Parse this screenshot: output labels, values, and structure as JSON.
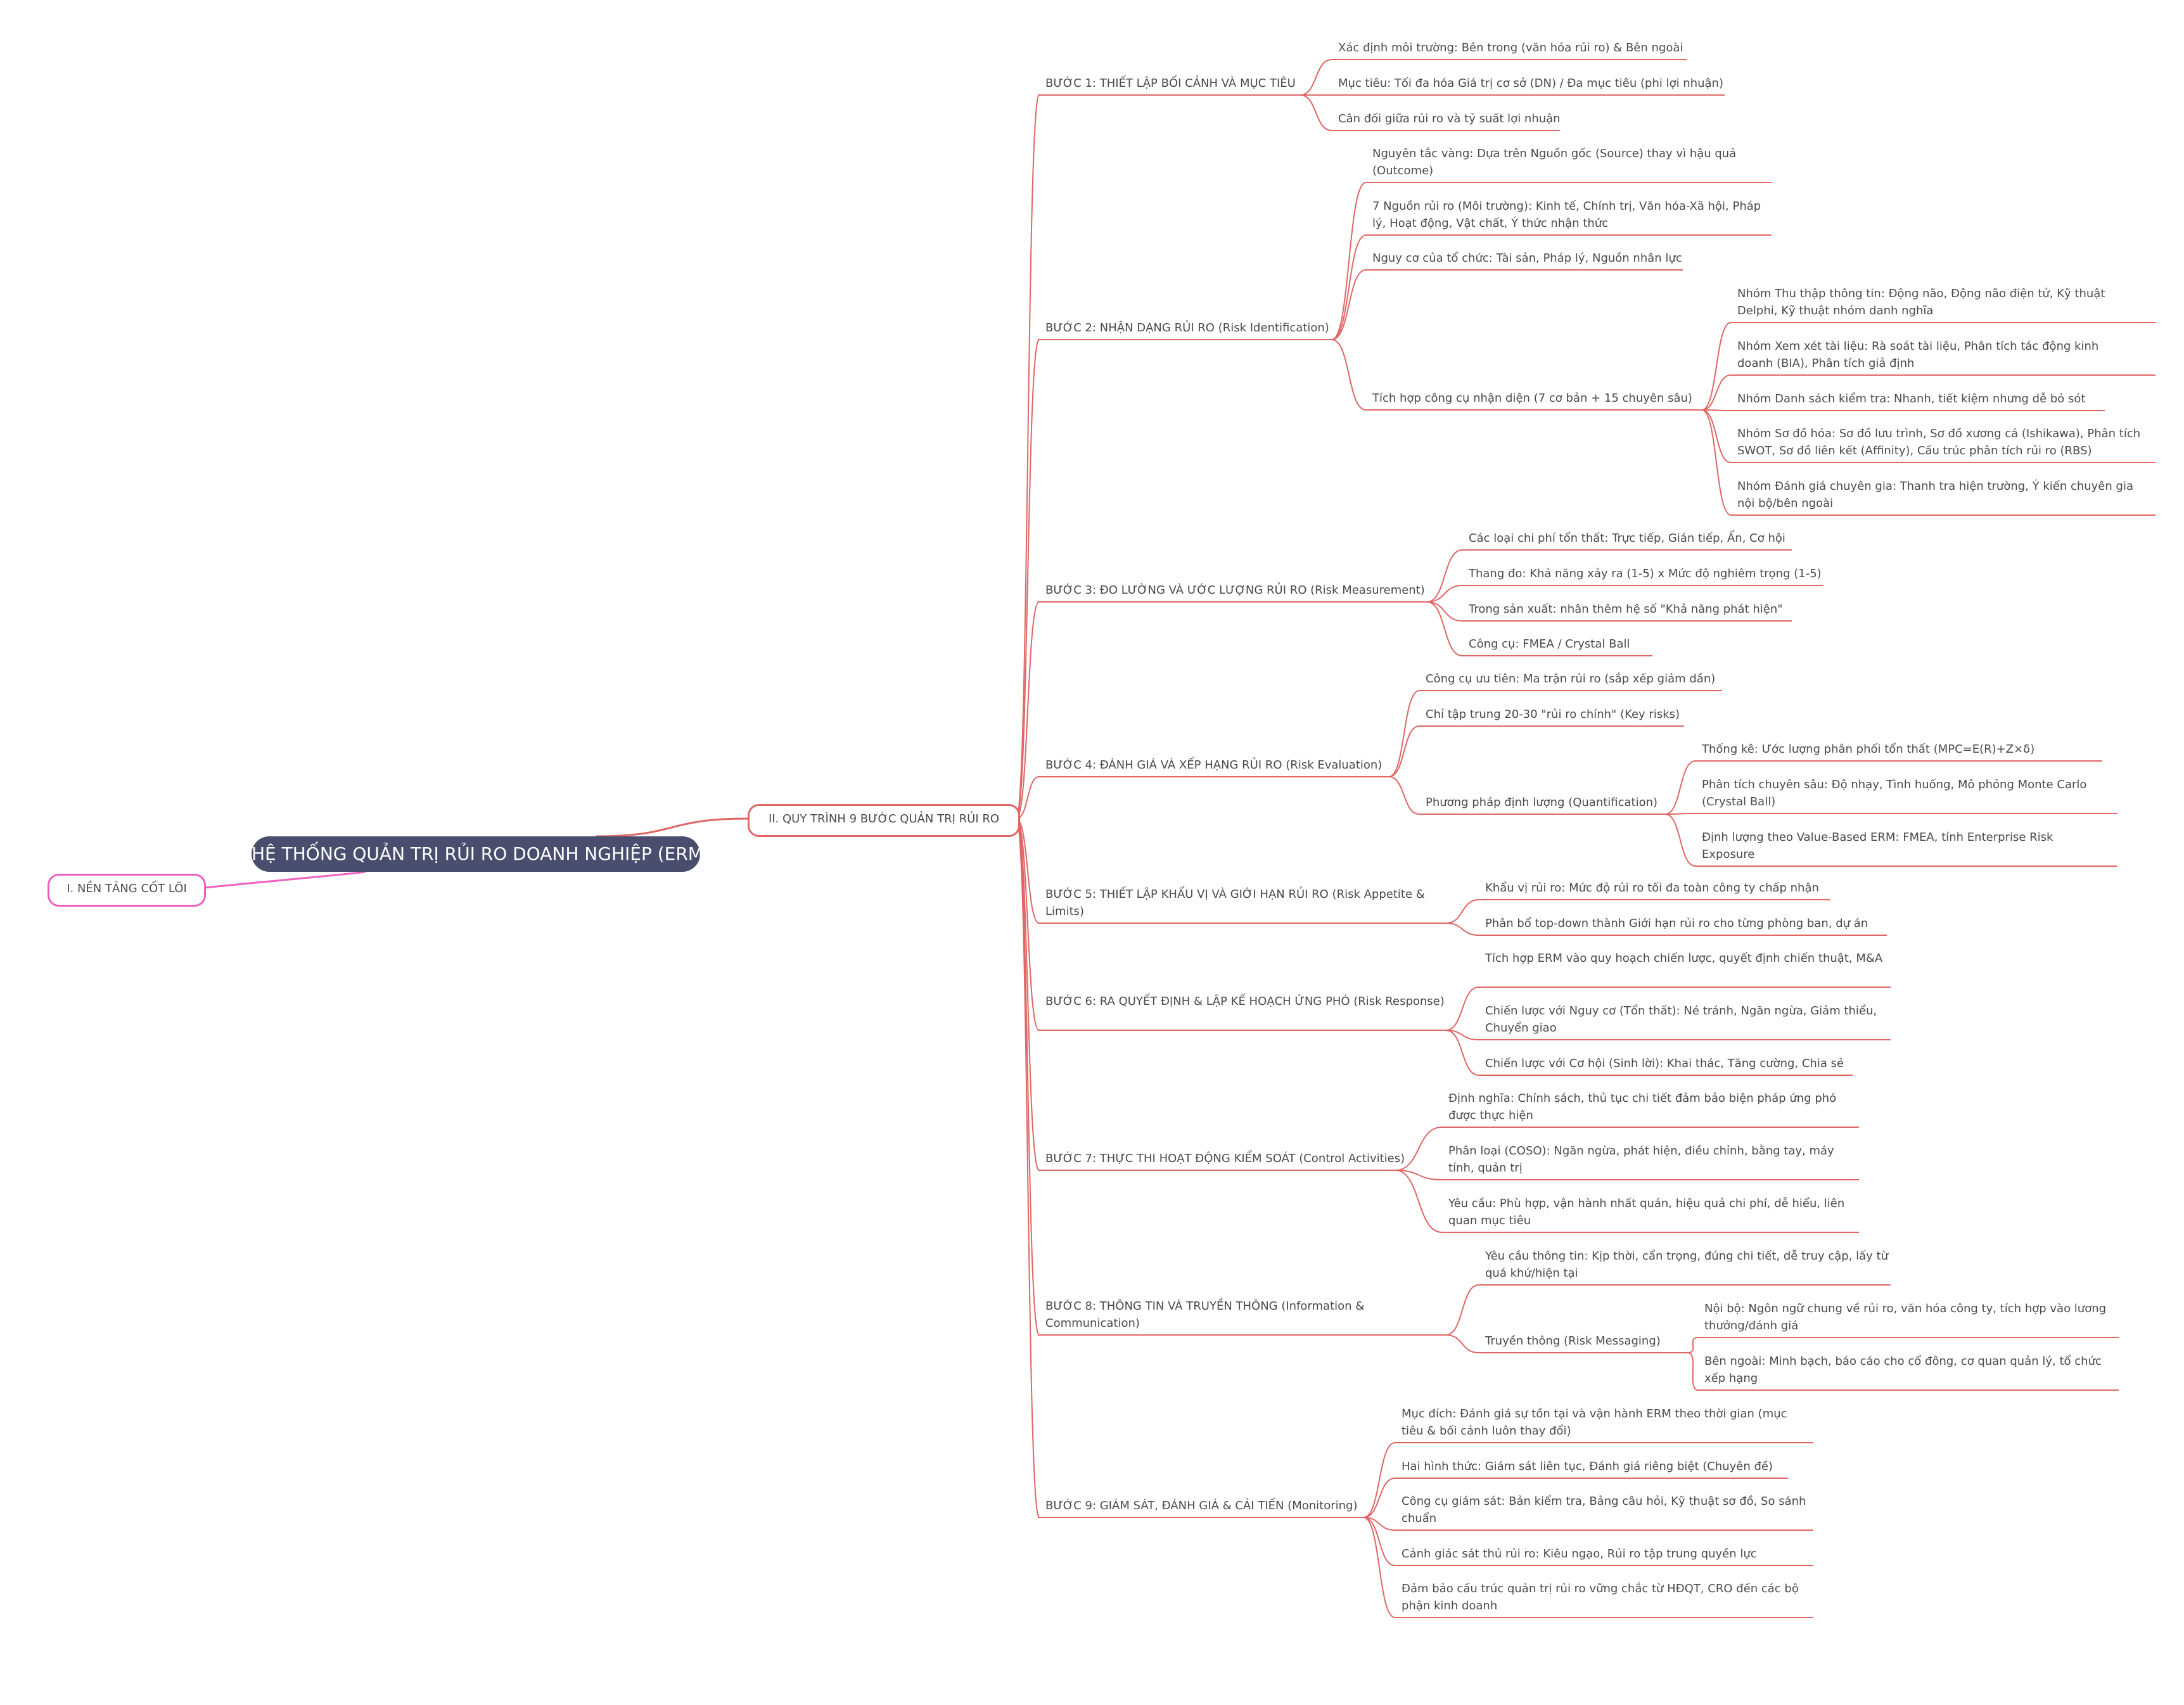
{
  "root": {
    "label": "HỆ THỐNG QUẢN TRỊ RỦI RO DOANH NGHIỆP (ERM)"
  },
  "colors": {
    "root_bg": "#4a4e6e",
    "branch_1": "#ee5fbf",
    "branch_2": "#e06666",
    "text": "#4a4a4a"
  },
  "branch_1": {
    "label": "I. NỀN TẢNG CỐT LÕI"
  },
  "branch_2": {
    "label": "II. QUY TRÌNH 9 BƯỚC QUẢN TRỊ RỦI RO",
    "steps": [
      {
        "label": "BƯỚC 1: THIẾT LẬP BỐI CẢNH VÀ MỤC TIÊU",
        "children": [
          {
            "label": "Xác định môi trường: Bên trong (văn hóa rủi ro) & Bên ngoài"
          },
          {
            "label": "Mục tiêu: Tối đa hóa Giá trị cơ sở (DN) / Đa mục tiêu (phi lợi nhuận)"
          },
          {
            "label": "Cân đối giữa rủi ro và tỷ suất lợi nhuận"
          }
        ]
      },
      {
        "label": "BƯỚC 2: NHẬN DẠNG RỦI RO (Risk Identification)",
        "children": [
          {
            "label": "Nguyên tắc vàng: Dựa trên Nguồn gốc (Source) thay vì hậu quả (Outcome)"
          },
          {
            "label": "7 Nguồn rủi ro (Môi trường): Kinh tế, Chính trị, Văn hóa-Xã hội, Pháp lý, Hoạt động, Vật chất, Ý thức nhận thức"
          },
          {
            "label": "Nguy cơ của tổ chức: Tài sản, Pháp lý, Nguồn nhân lực"
          },
          {
            "label": "Tích hợp công cụ nhận diện (7 cơ bản + 15 chuyên sâu)",
            "children": [
              {
                "label": "Nhóm Thu thập thông tin: Động não, Động não điện tử, Kỹ thuật Delphi, Kỹ thuật nhóm danh nghĩa"
              },
              {
                "label": "Nhóm Xem xét tài liệu: Rà soát tài liệu, Phân tích tác động kinh doanh (BIA), Phân tích giả định"
              },
              {
                "label": "Nhóm Danh sách kiểm tra: Nhanh, tiết kiệm nhưng dễ bỏ sót"
              },
              {
                "label": "Nhóm Sơ đồ hóa: Sơ đồ lưu trình, Sơ đồ xương cá (Ishikawa), Phân tích SWOT, Sơ đồ liên kết (Affinity), Cấu trúc phân tích rủi ro (RBS)"
              },
              {
                "label": "Nhóm Đánh giá chuyên gia: Thanh tra hiện trường, Ý kiến chuyên gia nội bộ/bên ngoài"
              }
            ]
          }
        ]
      },
      {
        "label": "BƯỚC 3: ĐO LƯỜNG VÀ ƯỚC LƯỢNG RỦI RO (Risk Measurement)",
        "children": [
          {
            "label": "Các loại chi phí tổn thất: Trực tiếp, Gián tiếp, Ẩn, Cơ hội"
          },
          {
            "label": "Thang đo: Khả năng xảy ra (1-5) x Mức độ nghiêm trọng (1-5)"
          },
          {
            "label": "Trong sản xuất: nhân thêm hệ số \"Khả năng phát hiện\""
          },
          {
            "label": "Công cụ: FMEA / Crystal Ball"
          }
        ]
      },
      {
        "label": "BƯỚC 4: ĐÁNH GIÁ VÀ XẾP HẠNG RỦI RO (Risk Evaluation)",
        "children": [
          {
            "label": "Công cụ ưu tiên: Ma trận rủi ro (sắp xếp giảm dần)"
          },
          {
            "label": "Chỉ tập trung 20-30 \"rủi ro chính\" (Key risks)"
          },
          {
            "label": "Phương pháp định lượng (Quantification)",
            "children": [
              {
                "label": "Thống kê: Ước lượng phân phối tổn thất (MPC=E(R)+Z×δ)"
              },
              {
                "label": "Phân tích chuyên sâu: Độ nhạy, Tình huống, Mô phỏng Monte Carlo (Crystal Ball)"
              },
              {
                "label": "Định lượng theo Value-Based ERM: FMEA, tính Enterprise Risk Exposure"
              }
            ]
          }
        ]
      },
      {
        "label": "BƯỚC 5: THIẾT LẬP KHẨU VỊ VÀ GIỚI HẠN RỦI RO (Risk Appetite & Limits)",
        "children": [
          {
            "label": "Khẩu vị rủi ro: Mức độ rủi ro tối đa toàn công ty chấp nhận"
          },
          {
            "label": "Phân bổ top-down thành Giới hạn rủi ro cho từng phòng ban, dự án"
          }
        ]
      },
      {
        "label": "BƯỚC 6: RA QUYẾT ĐỊNH & LẬP KẾ HOẠCH ỨNG PHÓ (Risk Response)",
        "children": [
          {
            "label": "Tích hợp ERM vào quy hoạch chiến lược, quyết định chiến thuật, M&A"
          },
          {
            "label": "Chiến lược với Nguy cơ (Tổn thất): Né tránh, Ngăn ngừa, Giảm thiểu, Chuyển giao"
          },
          {
            "label": "Chiến lược với Cơ hội (Sinh lời): Khai thác, Tăng cường, Chia sẻ"
          }
        ]
      },
      {
        "label": "BƯỚC 7: THỰC THI HOẠT ĐỘNG KIỂM SOÁT (Control Activities)",
        "children": [
          {
            "label": "Định nghĩa: Chính sách, thủ tục chi tiết đảm bảo biện pháp ứng phó được thực hiện"
          },
          {
            "label": "Phân loại (COSO): Ngăn ngừa, phát hiện, điều chỉnh, bằng tay, máy tính, quản trị"
          },
          {
            "label": "Yêu cầu: Phù hợp, vận hành nhất quán, hiệu quả chi phí, dễ hiểu, liên quan mục tiêu"
          }
        ]
      },
      {
        "label": "BƯỚC 8: THÔNG TIN VÀ TRUYỀN THÔNG (Information & Communication)",
        "children": [
          {
            "label": "Yêu cầu thông tin: Kịp thời, cẩn trọng, đúng chi tiết, dễ truy cập, lấy từ quá khứ/hiện tại"
          },
          {
            "label": "Truyền thông (Risk Messaging)",
            "children": [
              {
                "label": "Nội bộ: Ngôn ngữ chung về rủi ro, văn hóa công ty, tích hợp vào lương thưởng/đánh giá"
              },
              {
                "label": "Bên ngoài: Minh bạch, báo cáo cho cổ đông, cơ quan quản lý, tổ chức xếp hạng"
              }
            ]
          }
        ]
      },
      {
        "label": "BƯỚC 9: GIÁM SÁT, ĐÁNH GIÁ & CẢI TIẾN (Monitoring)",
        "children": [
          {
            "label": "Mục đích: Đánh giá sự tồn tại và vận hành ERM theo thời gian (mục tiêu & bối cảnh luôn thay đổi)"
          },
          {
            "label": "Hai hình thức: Giám sát liên tục, Đánh giá riêng biệt (Chuyên đề)"
          },
          {
            "label": "Công cụ giám sát: Bản kiểm tra, Bảng câu hỏi, Kỹ thuật sơ đồ, So sánh chuẩn"
          },
          {
            "label": "Cảnh giác sát thủ rủi ro: Kiêu ngạo, Rủi ro tập trung quyền lực"
          },
          {
            "label": "Đảm bảo cấu trúc quản trị rủi ro vững chắc từ HĐQT, CRO đến các bộ phận kinh doanh"
          }
        ]
      }
    ]
  }
}
